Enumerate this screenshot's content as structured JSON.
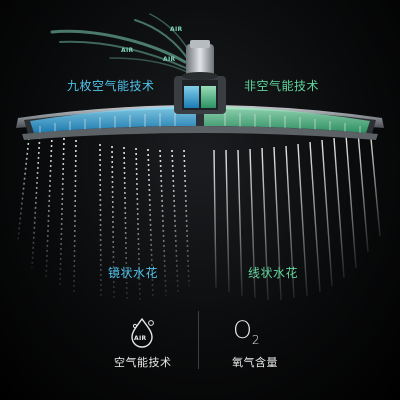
{
  "labels": {
    "left_top": "九枚空气能技术",
    "right_top": "非空气能技术",
    "left_bottom": "镜状水花",
    "right_bottom": "线状水花"
  },
  "air_marks": [
    "AIR",
    "AIR",
    "AIR"
  ],
  "features": [
    {
      "icon": "air-drop-icon",
      "icon_text": "AIR",
      "caption": "空气能技术"
    },
    {
      "icon": "o2-icon",
      "icon_text": "O",
      "icon_sub": "2",
      "caption": "氧气含量"
    }
  ],
  "colors": {
    "blue_accent": "#4fc3ea",
    "green_accent": "#5fd39b",
    "air_flow": "#7fd6b8",
    "background": "#000000"
  }
}
